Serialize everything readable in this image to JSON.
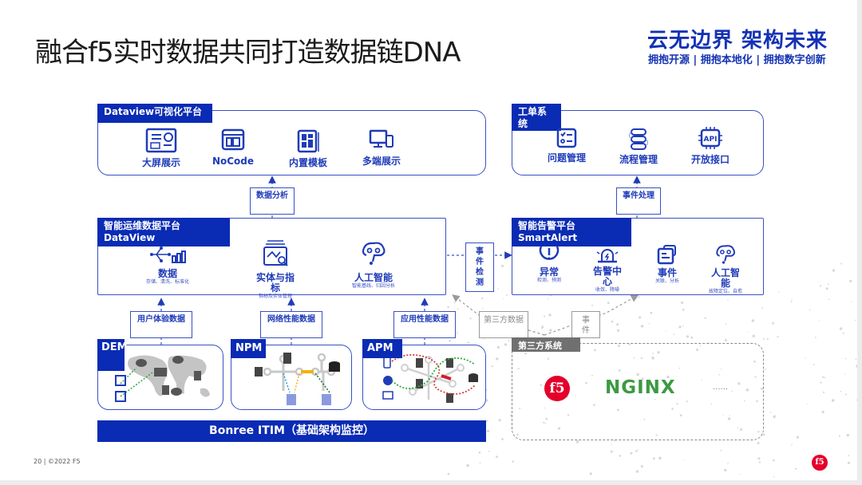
{
  "title": "融合f5实时数据共同打造数据链DNA",
  "slogan": {
    "main": "云无边界  架构未来",
    "sub": "拥抱开源 | 拥抱本地化 | 拥抱数字创新"
  },
  "dataview_platform": {
    "tag": "Dataview可视化平台",
    "items": [
      {
        "label": "大屏展示",
        "icon": "dashboard-icon"
      },
      {
        "label": "NoCode",
        "icon": "window-layout-icon"
      },
      {
        "label": "内置模板",
        "icon": "template-icon"
      },
      {
        "label": "多端展示",
        "icon": "multi-device-icon"
      }
    ]
  },
  "ticket_system": {
    "tag": "工单系统",
    "items": [
      {
        "label": "问题管理",
        "icon": "checklist-icon"
      },
      {
        "label": "流程管理",
        "icon": "process-flow-icon"
      },
      {
        "label": "开放接口",
        "icon": "api-chip-icon"
      }
    ]
  },
  "connectors": {
    "data_analysis": "数据分析",
    "event_processing": "事件处理",
    "event_detection": "事件检测",
    "user_experience_data": "用户体验数据",
    "network_performance_data": "网络性能数据",
    "app_performance_data": "应用性能数据",
    "third_party_data": "第三方数据",
    "event": "事件"
  },
  "aiops_platform": {
    "tag_line1": "智能运维数据平台",
    "tag_line2": "DataView",
    "items": [
      {
        "label": "数据",
        "sub": "存储、清洗、标准化",
        "icon": "data-pipeline-icon"
      },
      {
        "label": "实体与指标",
        "sub": "指标及实体管理",
        "icon": "metrics-search-icon"
      },
      {
        "label": "人工智能",
        "sub": "智能基线、归因分析",
        "icon": "ai-brain-icon"
      }
    ]
  },
  "smartalert_platform": {
    "tag_line1": "智能告警平台",
    "tag_line2": "SmartAlert",
    "items": [
      {
        "label": "异常",
        "sub": "检测、预测",
        "icon": "alert-circle-icon"
      },
      {
        "label": "告警中心",
        "sub": "收敛、降噪",
        "icon": "siren-icon"
      },
      {
        "label": "事件",
        "sub": "关联、分析",
        "icon": "event-card-icon"
      },
      {
        "label": "人工智能",
        "sub": "故障定位、自愈",
        "icon": "ai-brain-icon"
      }
    ]
  },
  "modules": [
    {
      "tag": "DEM",
      "name": "dem"
    },
    {
      "tag": "NPM",
      "name": "npm"
    },
    {
      "tag": "APM",
      "name": "apm"
    }
  ],
  "bottom_bar": "Bonree ITIM（基础架构监控）",
  "third_party": {
    "tag": "第三方系统",
    "logos": [
      "f5",
      "NGINX"
    ],
    "more": "......"
  },
  "footer": "20 | ©2022 F5",
  "colors": {
    "brand_blue": "#0a2bb4",
    "line_blue": "#3a50c4",
    "f5_red": "#e4002b",
    "nginx_green": "#3c9a42"
  }
}
